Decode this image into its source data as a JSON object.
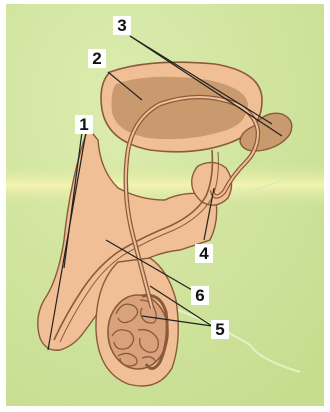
{
  "colors": {
    "frame": "#ffffff",
    "background": "#cfe39a",
    "background_light": "#e8f2c4",
    "highlight": "#f3f4b0",
    "body_fill": "#f0bf95",
    "body_stroke": "#8a5a3c",
    "bladder_fill": "#c99a6e",
    "testis_fill": "#d9a27c",
    "duct_stroke": "#8a5a3c",
    "leader": "#222222",
    "label_box": "#ffffff"
  },
  "labels": [
    {
      "id": "1",
      "text": "1"
    },
    {
      "id": "2",
      "text": "2"
    },
    {
      "id": "3",
      "text": "3"
    },
    {
      "id": "4",
      "text": "4"
    },
    {
      "id": "5",
      "text": "5"
    },
    {
      "id": "6",
      "text": "6"
    }
  ]
}
